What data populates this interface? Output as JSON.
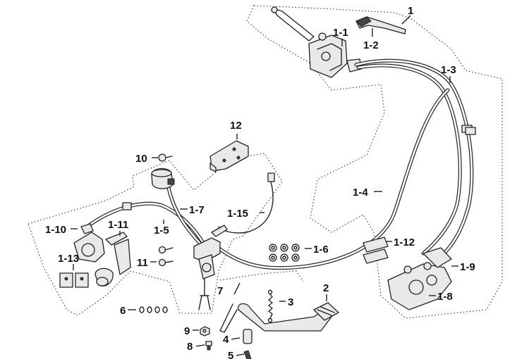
{
  "callouts": {
    "c1": "1",
    "c1_1": "1-1",
    "c1_2": "1-2",
    "c1_3": "1-3",
    "c1_4": "1-4",
    "c1_5": "1-5",
    "c1_6": "1-6",
    "c1_7": "1-7",
    "c1_8": "1-8",
    "c1_9": "1-9",
    "c1_10": "1-10",
    "c1_11": "1-11",
    "c1_12": "1-12",
    "c1_13": "1-13",
    "c1_15": "1-15",
    "c2": "2",
    "c3": "3",
    "c4": "4",
    "c5": "5",
    "c6": "6",
    "c7": "7",
    "c8": "8",
    "c9": "9",
    "c10": "10",
    "c11": "11",
    "c12": "12"
  }
}
